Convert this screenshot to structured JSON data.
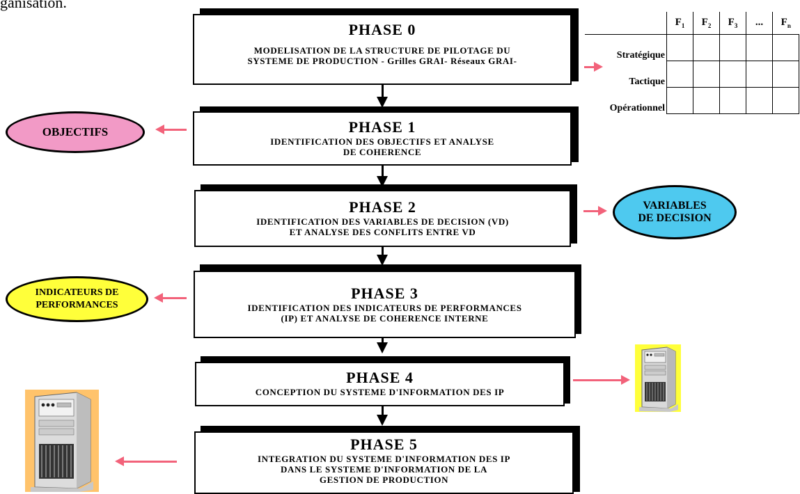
{
  "header_fragment": "ganisation.",
  "phases": [
    {
      "title": "PHASE 0",
      "lines": [
        "MODELISATION DE LA STRUCTURE DE PILOTAGE DU",
        "SYSTEME DE PRODUCTION - Grilles GRAI- Réseaux GRAI-"
      ]
    },
    {
      "title": "PHASE 1",
      "lines": [
        "IDENTIFICATION DES OBJECTIFS ET ANALYSE",
        "DE COHERENCE"
      ]
    },
    {
      "title": "PHASE 2",
      "lines": [
        "IDENTIFICATION DES VARIABLES DE DECISION  (VD)",
        "ET ANALYSE DES CONFLITS ENTRE VD"
      ]
    },
    {
      "title": "PHASE 3",
      "lines": [
        "IDENTIFICATION DES INDICATEURS DE PERFORMANCES",
        "(IP) ET ANALYSE DE COHERENCE INTERNE"
      ]
    },
    {
      "title": "PHASE 4",
      "lines": [
        "CONCEPTION DU SYSTEME D'INFORMATION DES IP"
      ]
    },
    {
      "title": "PHASE 5",
      "lines": [
        "INTEGRATION DU SYSTEME D'INFORMATION DES IP",
        "DANS LE SYSTEME D'INFORMATION DE  LA",
        "GESTION DE PRODUCTION"
      ]
    }
  ],
  "ovals": {
    "objectifs": {
      "lines": [
        "OBJECTIFS"
      ],
      "color": "#f29ac6"
    },
    "variables": {
      "lines": [
        "VARIABLES",
        "DE DECISION"
      ],
      "color": "#4ec9ef"
    },
    "indicateurs": {
      "lines": [
        "INDICATEURS DE",
        "PERFORMANCES"
      ],
      "color": "#ffff3a"
    }
  },
  "grid": {
    "columns": [
      {
        "base": "F",
        "sub": "1"
      },
      {
        "base": "F",
        "sub": "2"
      },
      {
        "base": "F",
        "sub": "3"
      },
      {
        "base": "...",
        "sub": ""
      },
      {
        "base": "F",
        "sub": "n"
      }
    ],
    "rows": [
      "Stratégique",
      "Tactique",
      "Opérationnel"
    ]
  },
  "icons": [
    "computer-tower-icon"
  ],
  "colors": {
    "arrow_pink": "#f2627a",
    "computer_backdrop_orange": "#ffc36b",
    "computer_backdrop_yellow": "#ffff3a"
  }
}
